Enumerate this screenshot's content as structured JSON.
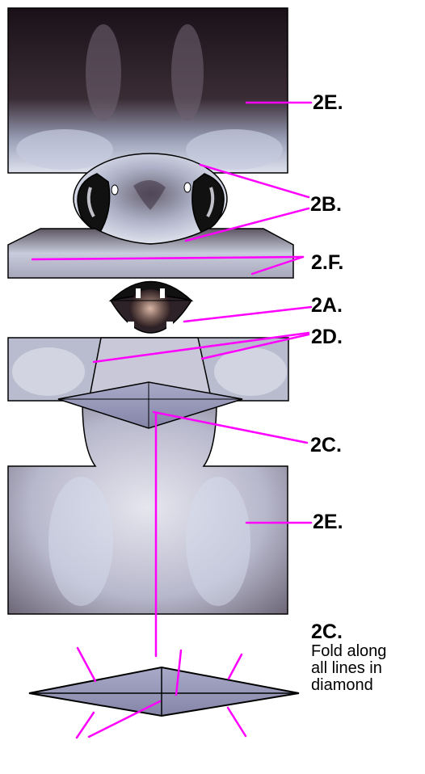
{
  "colors": {
    "leader": "#ff00ff",
    "outline": "#000000",
    "panel_light": "#cfd2e0",
    "panel_dark": "#1e1419",
    "diamond": "#8c8cb0"
  },
  "labels": {
    "e_top": "2E.",
    "b": "2B.",
    "f": "2.F.",
    "a": "2A.",
    "d": "2D.",
    "c_mid": "2C.",
    "e_bottom": "2E.",
    "c_note_title": "2C.",
    "c_note_text": "Fold along\nall lines in\ndiamond"
  }
}
